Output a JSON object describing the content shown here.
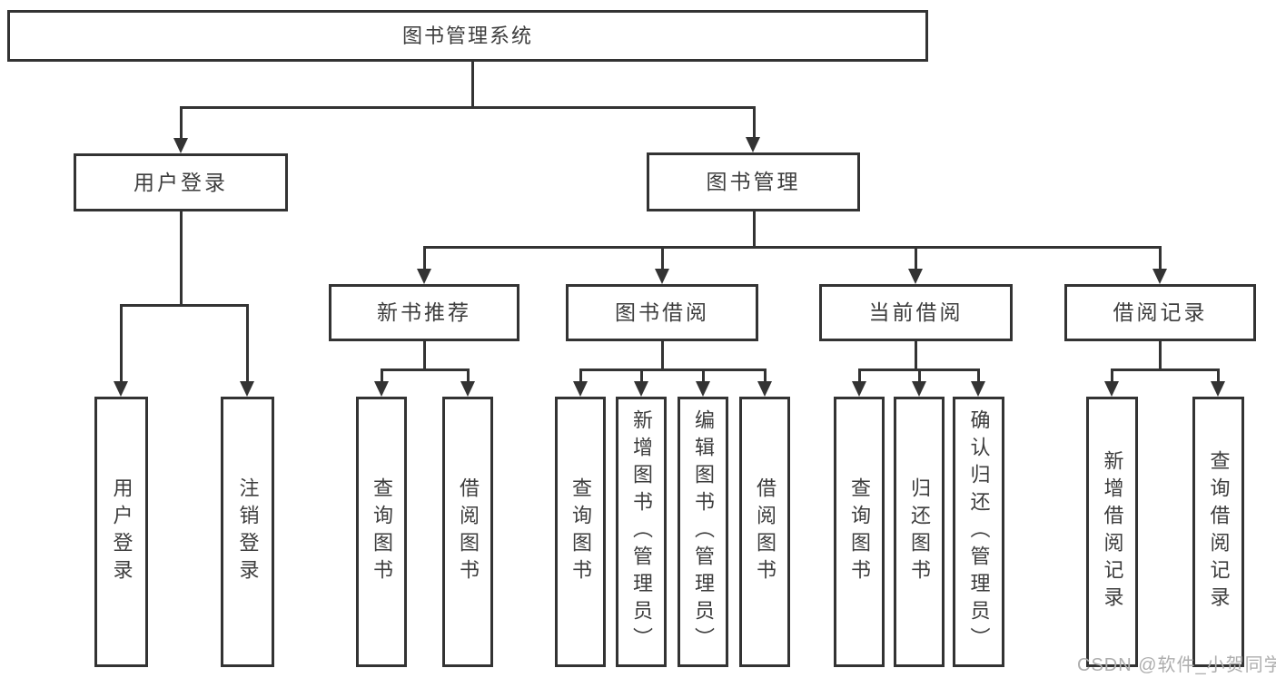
{
  "diagram": {
    "type": "function-decomposition-tree",
    "colors": {
      "line": "#333333",
      "box_border": "#333333",
      "text": "#3d3d3d",
      "watermark": "#aeaeae",
      "background": "#ffffff"
    }
  },
  "tree": {
    "label": "图书管理系统",
    "children": [
      {
        "label": "用户登录",
        "children": [
          {
            "label": "用户登录"
          },
          {
            "label": "注销登录"
          }
        ]
      },
      {
        "label": "图书管理",
        "children": [
          {
            "label": "新书推荐",
            "children": [
              {
                "label": "查询图书"
              },
              {
                "label": "借阅图书"
              }
            ]
          },
          {
            "label": "图书借阅",
            "children": [
              {
                "label": "查询图书"
              },
              {
                "label": "新增图书（管理员）"
              },
              {
                "label": "编辑图书（管理员）"
              },
              {
                "label": "借阅图书"
              }
            ]
          },
          {
            "label": "当前借阅",
            "children": [
              {
                "label": "查询图书"
              },
              {
                "label": "归还图书"
              },
              {
                "label": "确认归还（管理员）"
              }
            ]
          },
          {
            "label": "借阅记录",
            "children": [
              {
                "label": "新增借阅记录"
              },
              {
                "label": "查询借阅记录"
              }
            ]
          }
        ]
      }
    ]
  },
  "watermark": {
    "text": "CSDN @软件_小贺同学"
  }
}
